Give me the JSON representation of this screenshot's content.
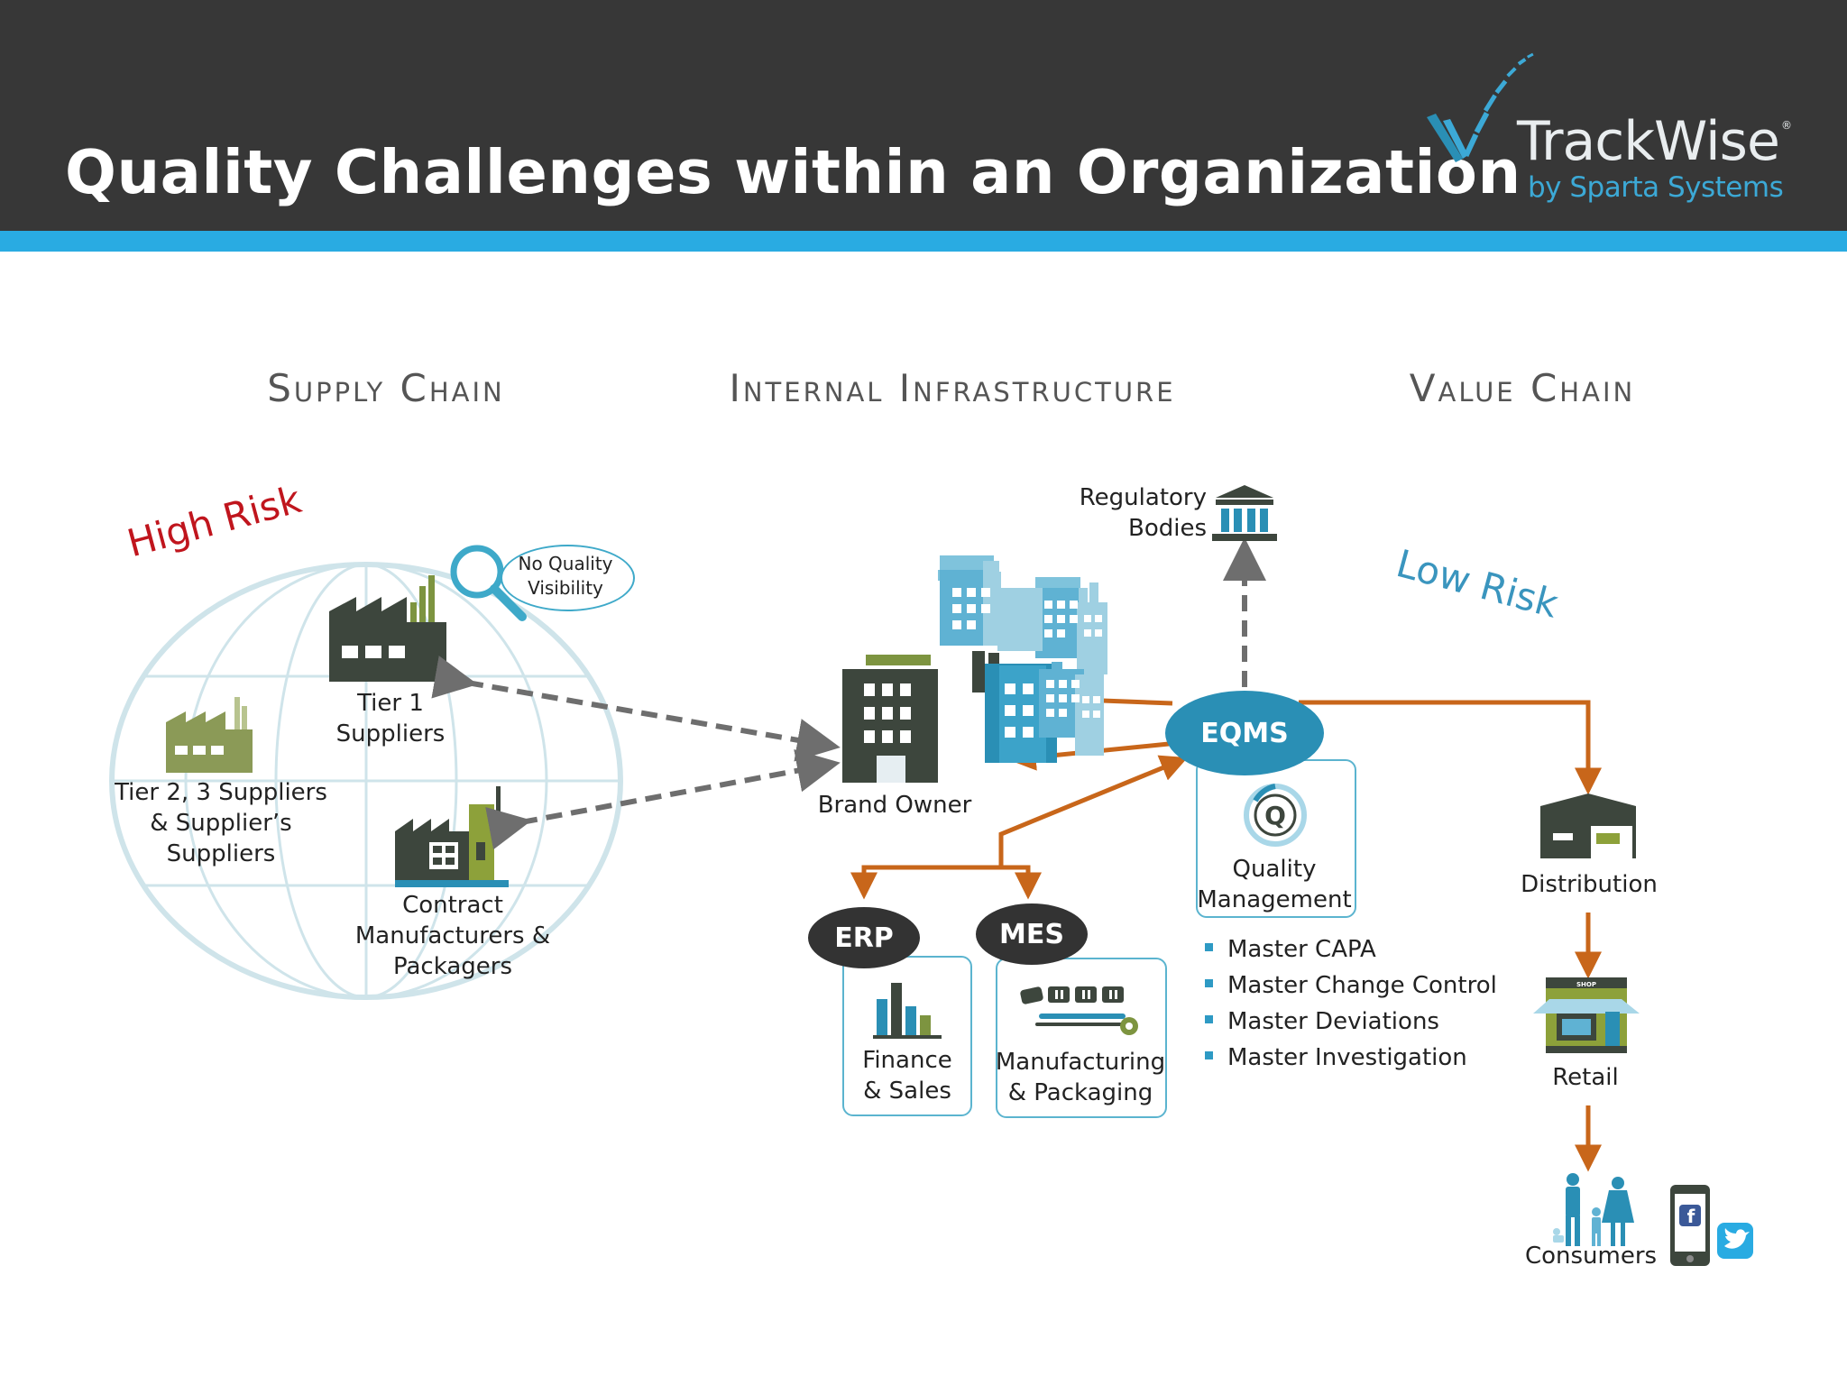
{
  "header": {
    "title": "Quality Challenges within an Organization",
    "logo": {
      "name": "TrackWise",
      "registered": "®",
      "tagline": "by Sparta Systems"
    }
  },
  "columns": {
    "supply_chain": "Supply Chain",
    "internal_infrastructure": "Internal Infrastructure",
    "value_chain": "Value Chain"
  },
  "risk": {
    "high": "High Risk",
    "low": "Low Risk"
  },
  "supply": {
    "callout": [
      "No Quality",
      "Visibility"
    ],
    "tier1": [
      "Tier 1",
      "Suppliers"
    ],
    "tier23": [
      "Tier 2, 3 Suppliers",
      "& Supplier’s",
      "Suppliers"
    ],
    "contract": [
      "Contract",
      "Manufacturers &",
      "Packagers"
    ]
  },
  "internal": {
    "brand_owner": "Brand Owner",
    "regulatory": [
      "Regulatory",
      "Bodies"
    ],
    "eqms": "EQMS",
    "erp": "ERP",
    "mes": "MES",
    "quality_management": [
      "Quality",
      "Management"
    ],
    "finance_sales": [
      "Finance",
      "& Sales"
    ],
    "manufacturing_packaging": [
      "Manufacturing",
      "& Packaging"
    ],
    "master_items": [
      "Master CAPA",
      "Master Change Control",
      "Master Deviations",
      "Master Investigation"
    ]
  },
  "value": {
    "distribution": "Distribution",
    "retail": "Retail",
    "shop_sign": "SHOP",
    "consumers": "Consumers"
  },
  "colors": {
    "header_bg": "#373737",
    "accent": "#29abe2",
    "arrow_orange": "#c8661a",
    "arrow_gray": "#6e6e6e",
    "eqms_blue": "#2a8fb5",
    "dark_oval": "#333333",
    "high_risk": "#c0151d",
    "low_risk": "#3a95be",
    "factory_olive": "#7d9440"
  }
}
